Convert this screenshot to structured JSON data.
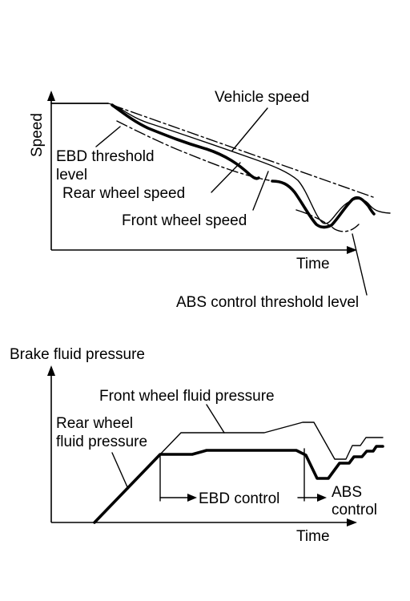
{
  "top_diagram": {
    "axis_y_label": "Speed",
    "axis_x_label": "Time",
    "labels": {
      "vehicle_speed": "Vehicle speed",
      "ebd_threshold_line1": "EBD threshold",
      "ebd_threshold_line2": "level",
      "rear_wheel_speed": "Rear wheel speed",
      "front_wheel_speed": "Front wheel speed",
      "abs_threshold": "ABS control threshold level"
    }
  },
  "bottom_diagram": {
    "axis_y_label": "Brake fluid pressure",
    "axis_x_label": "Time",
    "labels": {
      "front_fluid_pressure": "Front wheel fluid pressure",
      "rear_fluid_line1": "Rear wheel",
      "rear_fluid_line2": "fluid pressure",
      "ebd_control": "EBD control",
      "abs_control_line1": "ABS",
      "abs_control_line2": "control"
    }
  }
}
